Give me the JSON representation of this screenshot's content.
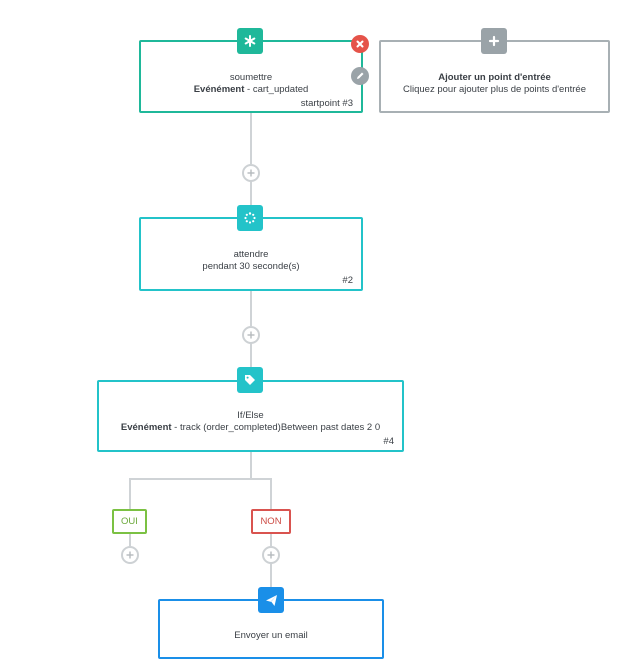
{
  "colors": {
    "green": "#1fb89a",
    "teal": "#23c3c9",
    "gray": "#9aa3a8",
    "blue": "#1a8fe8",
    "red": "#e55349",
    "yes_green": "#7bc143",
    "no_red": "#d9534f",
    "connector": "#cfd3d6"
  },
  "nodes": {
    "submit": {
      "icon": "asterisk-icon",
      "title": "soumettre",
      "event_label": "Evénément",
      "event_detail": " - cart_updated",
      "number": "startpoint #3"
    },
    "add_entry": {
      "icon": "plus-icon",
      "title": "Ajouter un point d'entrée",
      "subtitle": "Cliquez pour ajouter plus de points d'entrée"
    },
    "wait": {
      "icon": "spinner-icon",
      "title": "attendre",
      "subtitle": "pendant 30 seconde(s)",
      "number": "#2"
    },
    "ifelse": {
      "icon": "tag-icon",
      "title": "If/Else",
      "event_label": "Evénément",
      "event_detail": " - track (order_completed)Between past dates 2 0",
      "number": "#4"
    },
    "email": {
      "icon": "paper-plane-icon",
      "title": "Envoyer un email"
    }
  },
  "branches": {
    "yes": "OUI",
    "no": "NON"
  }
}
